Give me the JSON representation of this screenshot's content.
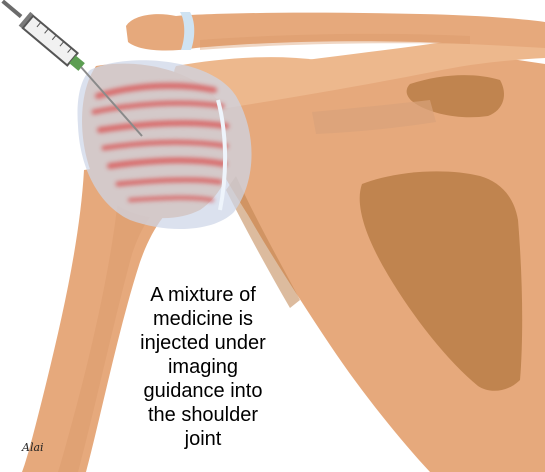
{
  "caption": {
    "lines": [
      "A mixture of",
      "medicine is",
      "injected under",
      "imaging",
      "guidance into",
      "the shoulder",
      "joint"
    ]
  },
  "signature": "Alai",
  "colors": {
    "bone": "#e6a97c",
    "bone_dark": "#c0844f",
    "muscle_red": "#d95b5b",
    "capsule": "#cdd6e8",
    "cartilage": "#cfe3f2"
  },
  "icons": [
    "syringe-icon"
  ]
}
